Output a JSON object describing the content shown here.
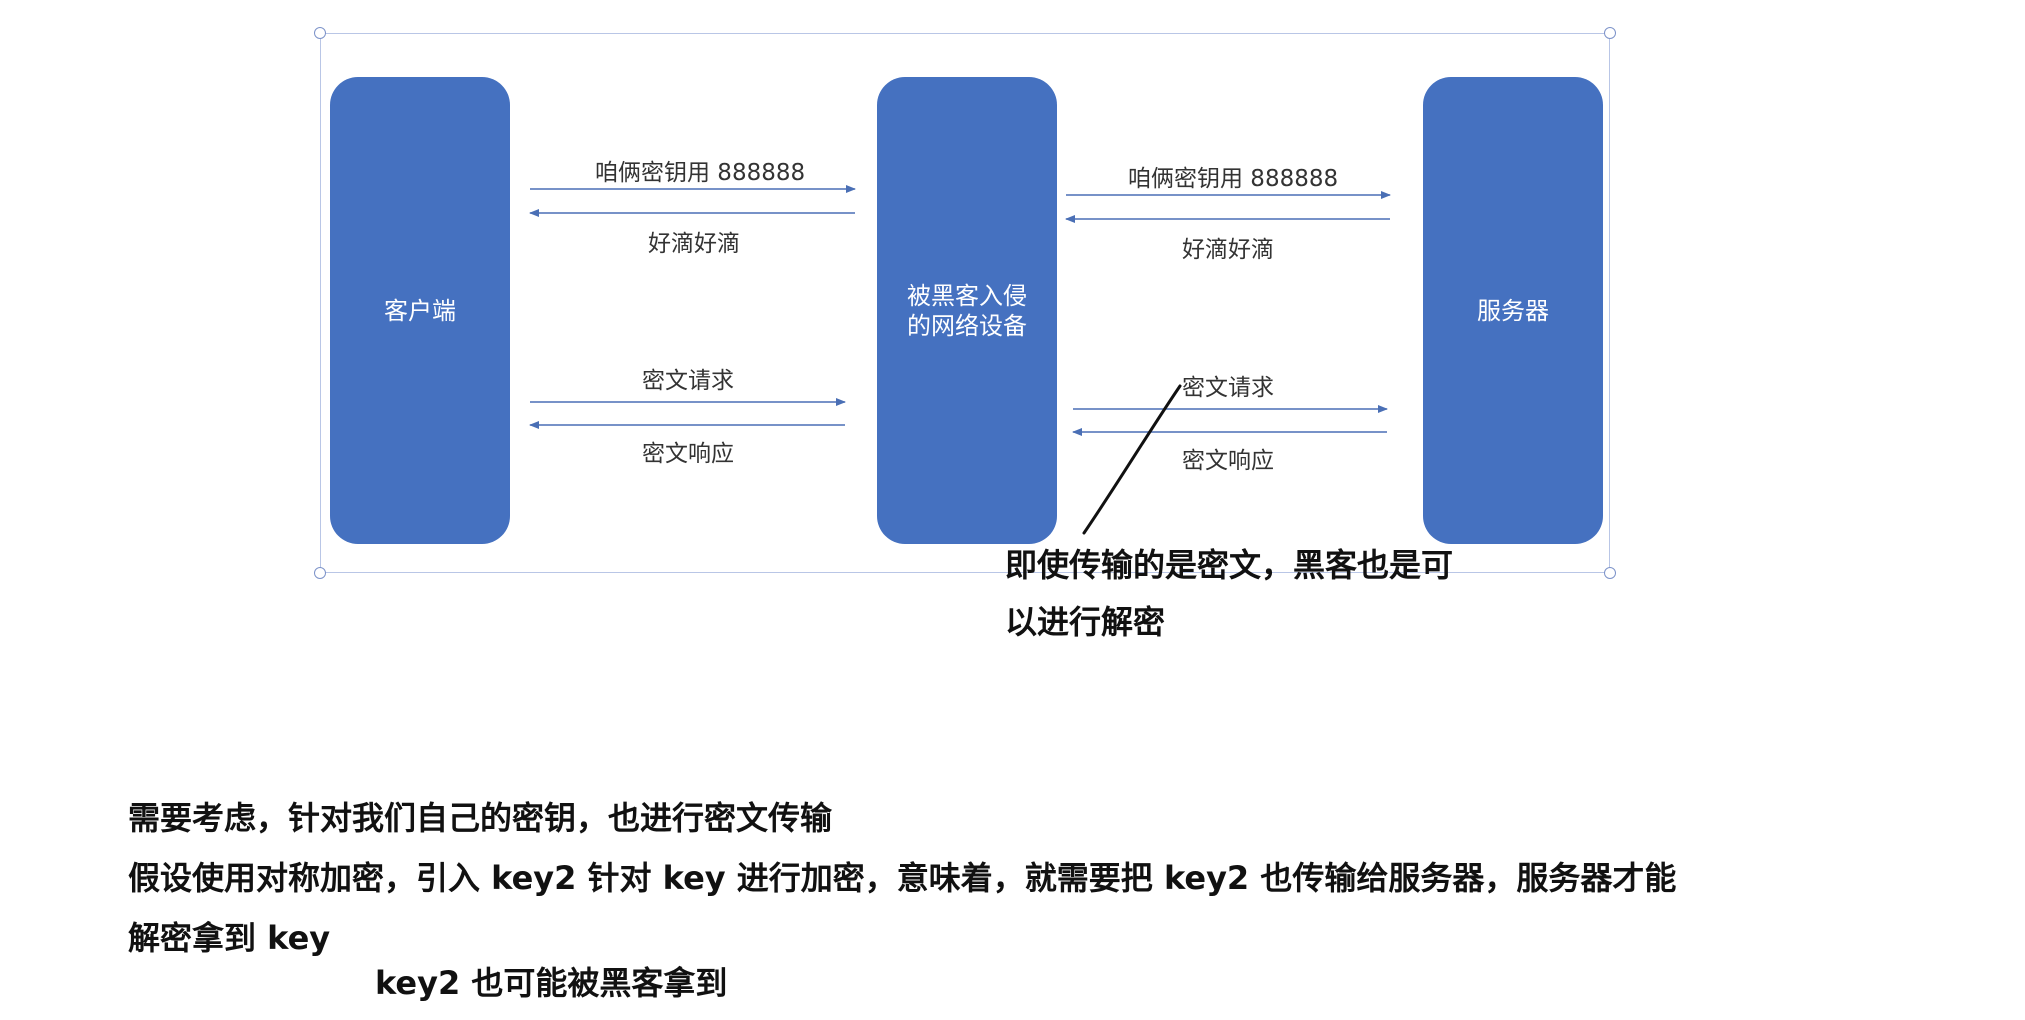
{
  "diagram": {
    "nodes": {
      "client": "客户端",
      "hacker": "被黑客入侵\n的网络设备",
      "server": "服务器"
    },
    "left_arrows": {
      "key_msg": "咱俩密钥用 888888",
      "ok_msg": "好滴好滴",
      "cipher_req": "密文请求",
      "cipher_resp": "密文响应"
    },
    "right_arrows": {
      "key_msg": "咱俩密钥用 888888",
      "ok_msg": "好滴好滴",
      "cipher_req": "密文请求",
      "cipher_resp": "密文响应"
    },
    "colors": {
      "node_fill": "#4571c0",
      "arrow": "#4a6fb5"
    }
  },
  "annotation": {
    "line1": "即使传输的是密文，黑客也是可",
    "line2": "以进行解密"
  },
  "notes": {
    "line1": "需要考虑，针对我们自己的密钥，也进行密文传输",
    "line2": "假设使用对称加密，引入 key2 针对 key 进行加密，意味着，就需要把 key2 也传输给服务器，服务器才能",
    "line3": "解密拿到 key",
    "line4": "key2 也可能被黑客拿到"
  }
}
